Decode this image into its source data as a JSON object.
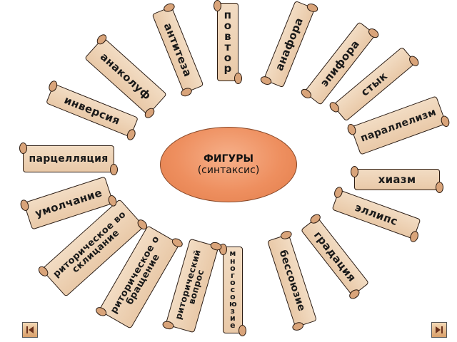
{
  "center": {
    "title": "ФИГУРЫ",
    "subtitle": "(синтаксис)"
  },
  "terms": {
    "povtor": "повтор",
    "anafora": "анафора",
    "epifora": "эпифора",
    "styk": "стык",
    "parallelizm": "параллелизм",
    "khiazm": "хиазм",
    "ellips": "эллипс",
    "gradatsiya": "градация",
    "bessoyuzie": "бессоюзие",
    "mnogosoyuzie": "многосоюзие",
    "ritoricheskiy_vopros": "риторический вопрос",
    "ritoricheskoe_obraschenie": "риторическое обращение",
    "ritoricheskoe_vosklitsanie": "риторическое восклицание",
    "umolchanie": "умолчание",
    "partsellyatsiya": "парцелляция",
    "inversiya": "инверсия",
    "anakoluf": "анаколуф",
    "antiteza": "антитеза"
  },
  "nav": {
    "prev_icon": "prev-slide-icon",
    "next_icon": "next-slide-icon"
  }
}
